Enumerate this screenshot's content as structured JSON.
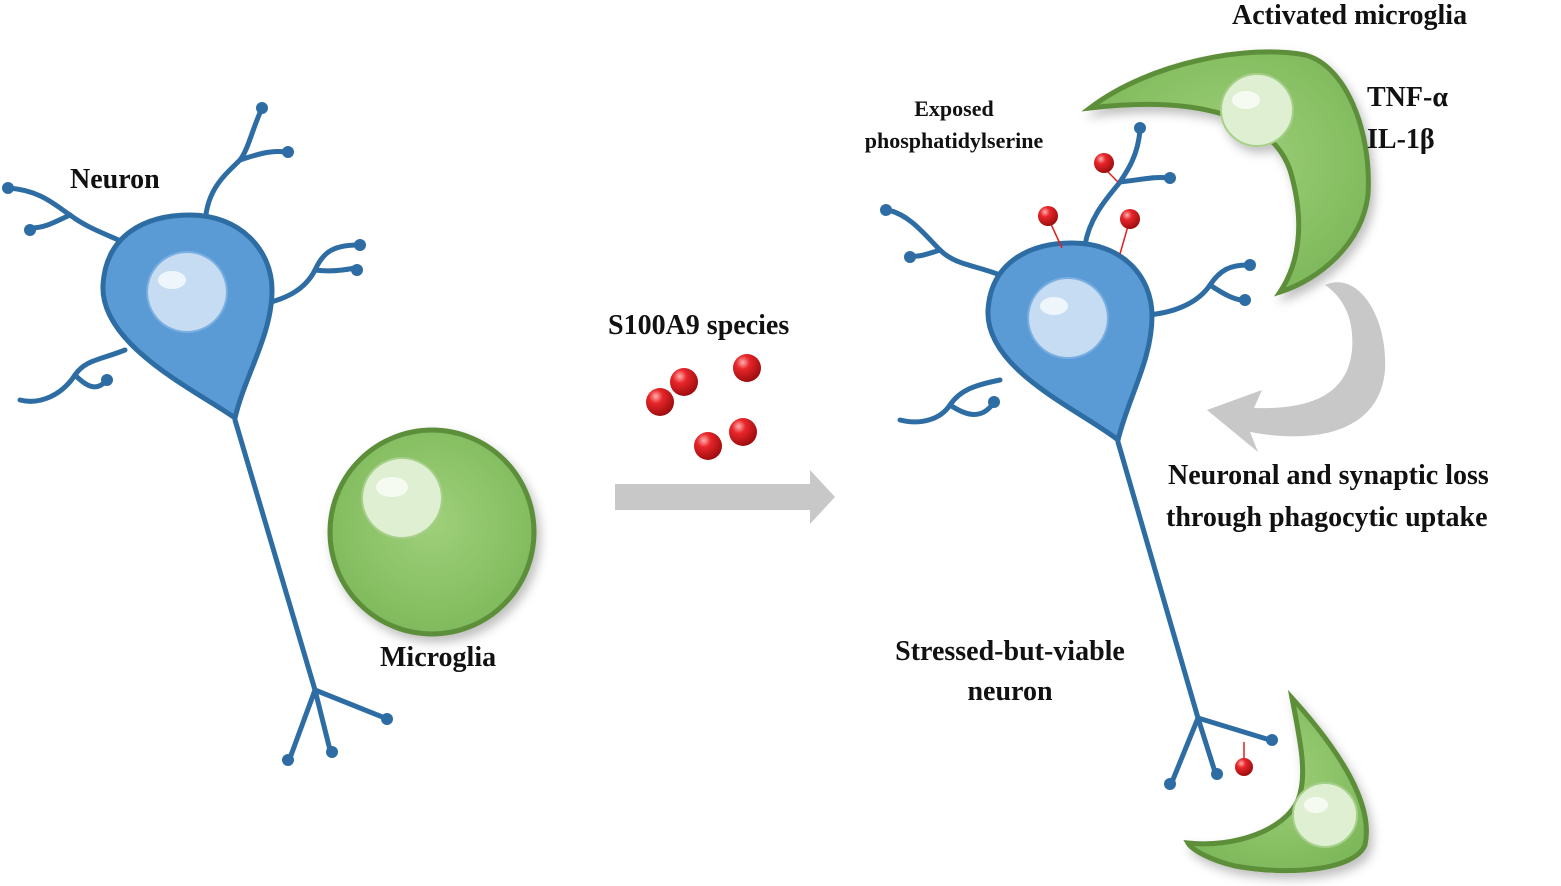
{
  "labels": {
    "neuron": "Neuron",
    "microglia": "Microglia",
    "s100a9_species": "S100A9 species",
    "exposed_line1": "Exposed",
    "exposed_line2": "phosphatidylserine",
    "activated_microglia": "Activated microglia",
    "tnf_alpha": "TNF-α",
    "il_1beta": "IL-1β",
    "loss_line1": "Neuronal and synaptic loss",
    "loss_line2": "through phagocytic uptake",
    "stressed_line1": "Stressed-but-viable",
    "stressed_line2": "neuron"
  },
  "colors": {
    "neuron_fill": "#5b9bd5",
    "neuron_stroke": "#2e6da4",
    "neuron_nucleus": "#c5dcf2",
    "microglia_fill": "#8fc46c",
    "microglia_stroke": "#5d8f3a",
    "microglia_nucleus": "#dff0d2",
    "s100a9_particle": "#e02020",
    "arrow_gray": "#c8c8c8",
    "text": "#111111"
  }
}
